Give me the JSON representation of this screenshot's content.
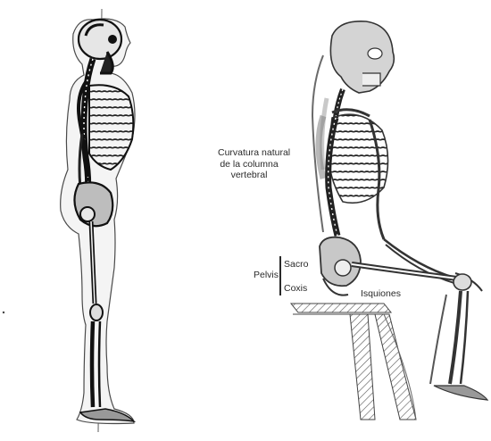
{
  "labels": {
    "curvature": [
      "Curvatura natural",
      "de la columna",
      "vertebral"
    ],
    "pelvis": "Pelvis",
    "sacro": "Sacro",
    "coxis": "Coxis",
    "isquiones": "Isquiones"
  },
  "colors": {
    "ink": "#2a2a2a",
    "bone_shade": "#d9d9d9",
    "skin_outline": "#8a8a8a",
    "background": "#ffffff"
  }
}
